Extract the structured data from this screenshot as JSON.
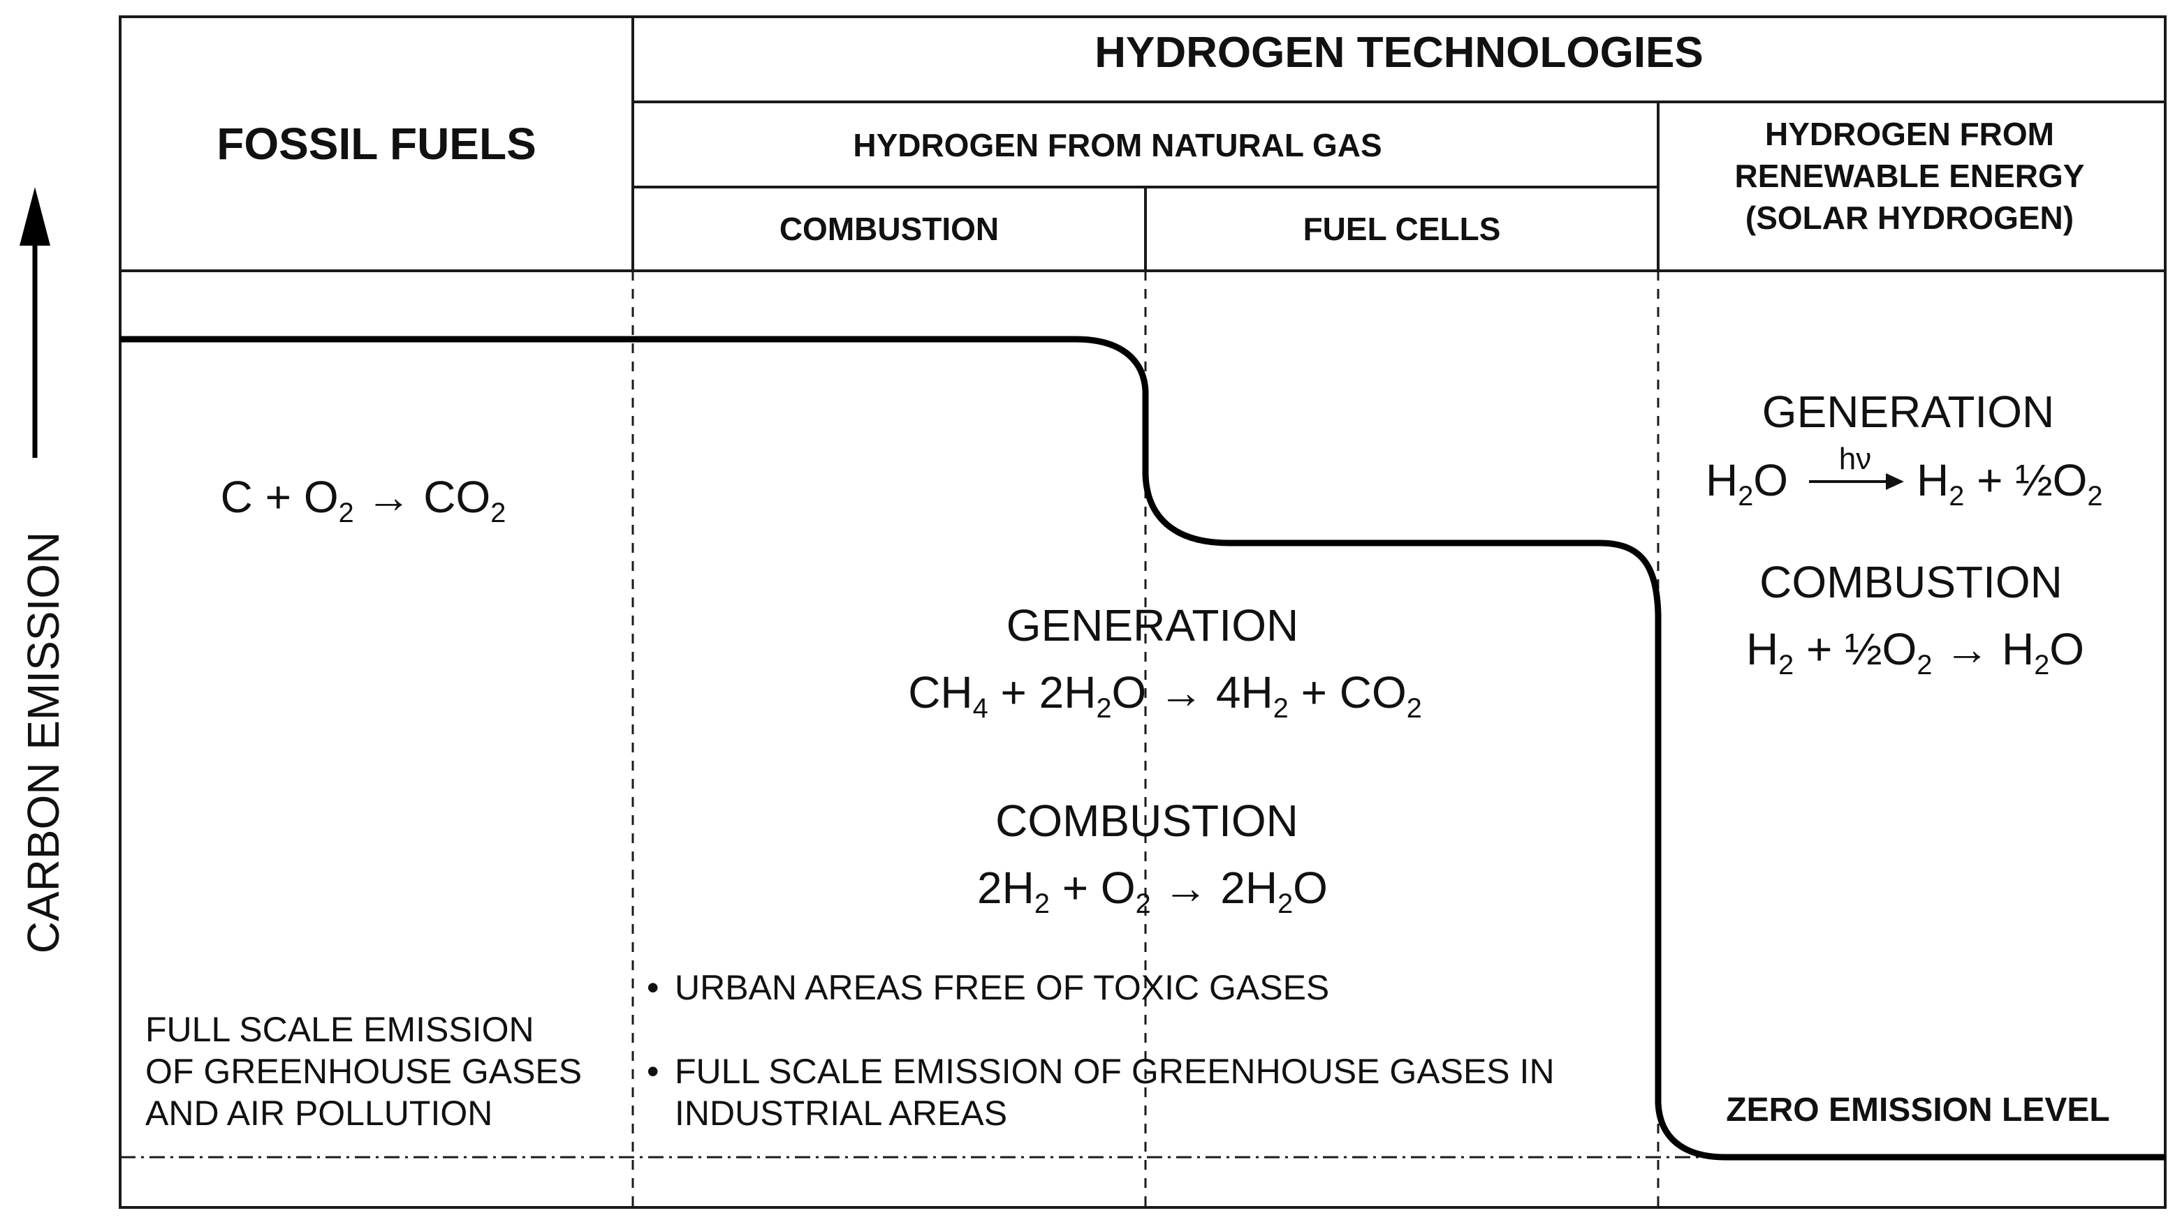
{
  "axis": {
    "label": "CARBON EMISSION"
  },
  "header": {
    "fossil": "FOSSIL FUELS",
    "hydrogen_tech": "HYDROGEN TECHNOLOGIES",
    "natural_gas": "HYDROGEN FROM NATURAL GAS",
    "combustion": "COMBUSTION",
    "fuel_cells": "FUEL CELLS",
    "renewable_line1": "HYDROGEN FROM",
    "renewable_line2": "RENEWABLE ENERGY",
    "renewable_line3": "(SOLAR HYDROGEN)"
  },
  "fossil_column": {
    "equation": {
      "p1": "C + O",
      "s1": "2",
      "p2": " → CO",
      "s2": "2"
    },
    "note_line1": "FULL SCALE EMISSION",
    "note_line2": "OF GREENHOUSE GASES",
    "note_line3": "AND AIR POLLUTION"
  },
  "natural_gas_column": {
    "generation_title": "GENERATION",
    "generation_eq": {
      "p1": "CH",
      "s1": "4",
      "p2": " + 2H",
      "s2": "2",
      "p3": "O → 4H",
      "s3": "2",
      "p4": " + CO",
      "s4": "2"
    },
    "combustion_title": "COMBUSTION",
    "combustion_eq": {
      "p1": "2H",
      "s1": "2",
      "p2": " + O",
      "s2": "2",
      "p3": " → 2H",
      "s3": "2",
      "p4": "O"
    },
    "bullet1": "URBAN AREAS FREE OF TOXIC GASES",
    "bullet2_line1": "FULL SCALE EMISSION OF GREENHOUSE GASES IN",
    "bullet2_line2": "INDUSTRIAL AREAS",
    "bullet_symbol": "•"
  },
  "renewable_column": {
    "generation_title": "GENERATION",
    "generation_eq": {
      "left_p1": "H",
      "left_s1": "2",
      "left_p2": "O",
      "arrow_label": "hν",
      "right_p1": "H",
      "right_s1": "2",
      "right_p2": " + ½O",
      "right_s2": "2"
    },
    "combustion_title": "COMBUSTION",
    "combustion_eq": {
      "p1": "H",
      "s1": "2",
      "p2": " + ½O",
      "s2": "2",
      "p3": " → H",
      "s3": "2",
      "p4": "O"
    },
    "zero_level": "ZERO EMISSION LEVEL"
  }
}
